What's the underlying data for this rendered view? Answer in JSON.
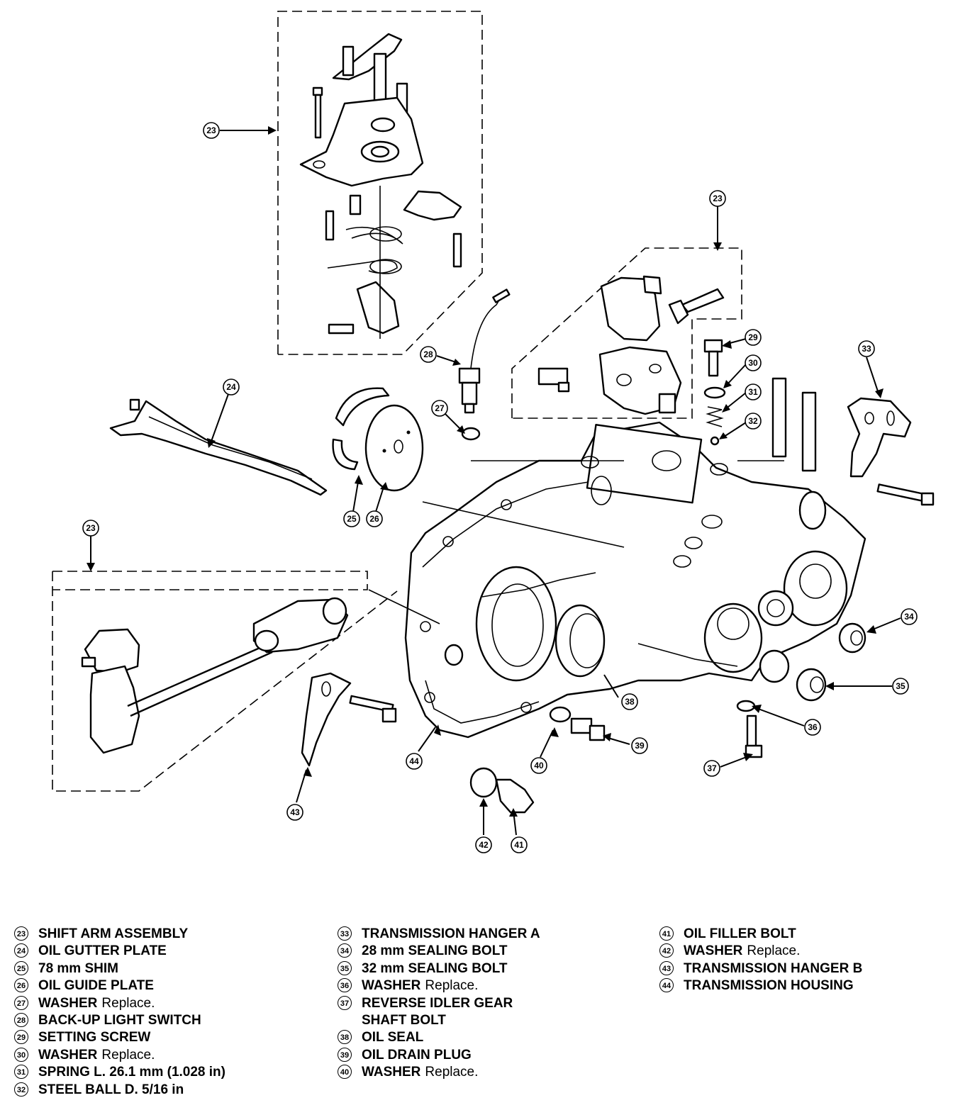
{
  "callouts": {
    "c23a": "23",
    "c23b": "23",
    "c23c": "23",
    "c24": "24",
    "c25": "25",
    "c26": "26",
    "c27": "27",
    "c28": "28",
    "c29": "29",
    "c30": "30",
    "c31": "31",
    "c32": "32",
    "c33": "33",
    "c34": "34",
    "c35": "35",
    "c36": "36",
    "c37": "37",
    "c38": "38",
    "c39": "39",
    "c40": "40",
    "c41": "41",
    "c42": "42",
    "c43": "43",
    "c44": "44"
  },
  "legend": [
    [
      {
        "num": "23",
        "label": "SHIFT ARM ASSEMBLY",
        "note": ""
      },
      {
        "num": "24",
        "label": "OIL GUTTER PLATE",
        "note": ""
      },
      {
        "num": "25",
        "label": "78 mm SHIM",
        "note": ""
      },
      {
        "num": "26",
        "label": "OIL GUIDE PLATE",
        "note": ""
      },
      {
        "num": "27",
        "label": "WASHER",
        "note": "Replace."
      },
      {
        "num": "28",
        "label": "BACK-UP LIGHT SWITCH",
        "note": ""
      },
      {
        "num": "29",
        "label": "SETTING SCREW",
        "note": ""
      },
      {
        "num": "30",
        "label": "WASHER",
        "note": "Replace."
      },
      {
        "num": "31",
        "label": "SPRING L. 26.1 mm (1.028 in)",
        "note": ""
      },
      {
        "num": "32",
        "label": "STEEL BALL D. 5/16 in",
        "note": ""
      }
    ],
    [
      {
        "num": "33",
        "label": "TRANSMISSION HANGER A",
        "note": ""
      },
      {
        "num": "34",
        "label": "28 mm SEALING BOLT",
        "note": ""
      },
      {
        "num": "35",
        "label": "32 mm SEALING BOLT",
        "note": ""
      },
      {
        "num": "36",
        "label": "WASHER",
        "note": "Replace."
      },
      {
        "num": "37",
        "label": "REVERSE IDLER GEAR",
        "note": ""
      },
      {
        "num": "",
        "label": "SHAFT BOLT",
        "note": ""
      },
      {
        "num": "38",
        "label": "OIL SEAL",
        "note": ""
      },
      {
        "num": "39",
        "label": "OIL DRAIN PLUG",
        "note": ""
      },
      {
        "num": "40",
        "label": "WASHER",
        "note": "Replace."
      }
    ],
    [
      {
        "num": "41",
        "label": "OIL FILLER BOLT",
        "note": ""
      },
      {
        "num": "42",
        "label": "WASHER",
        "note": "Replace."
      },
      {
        "num": "43",
        "label": "TRANSMISSION HANGER B",
        "note": ""
      },
      {
        "num": "44",
        "label": "TRANSMISSION HOUSING",
        "note": ""
      }
    ]
  ]
}
